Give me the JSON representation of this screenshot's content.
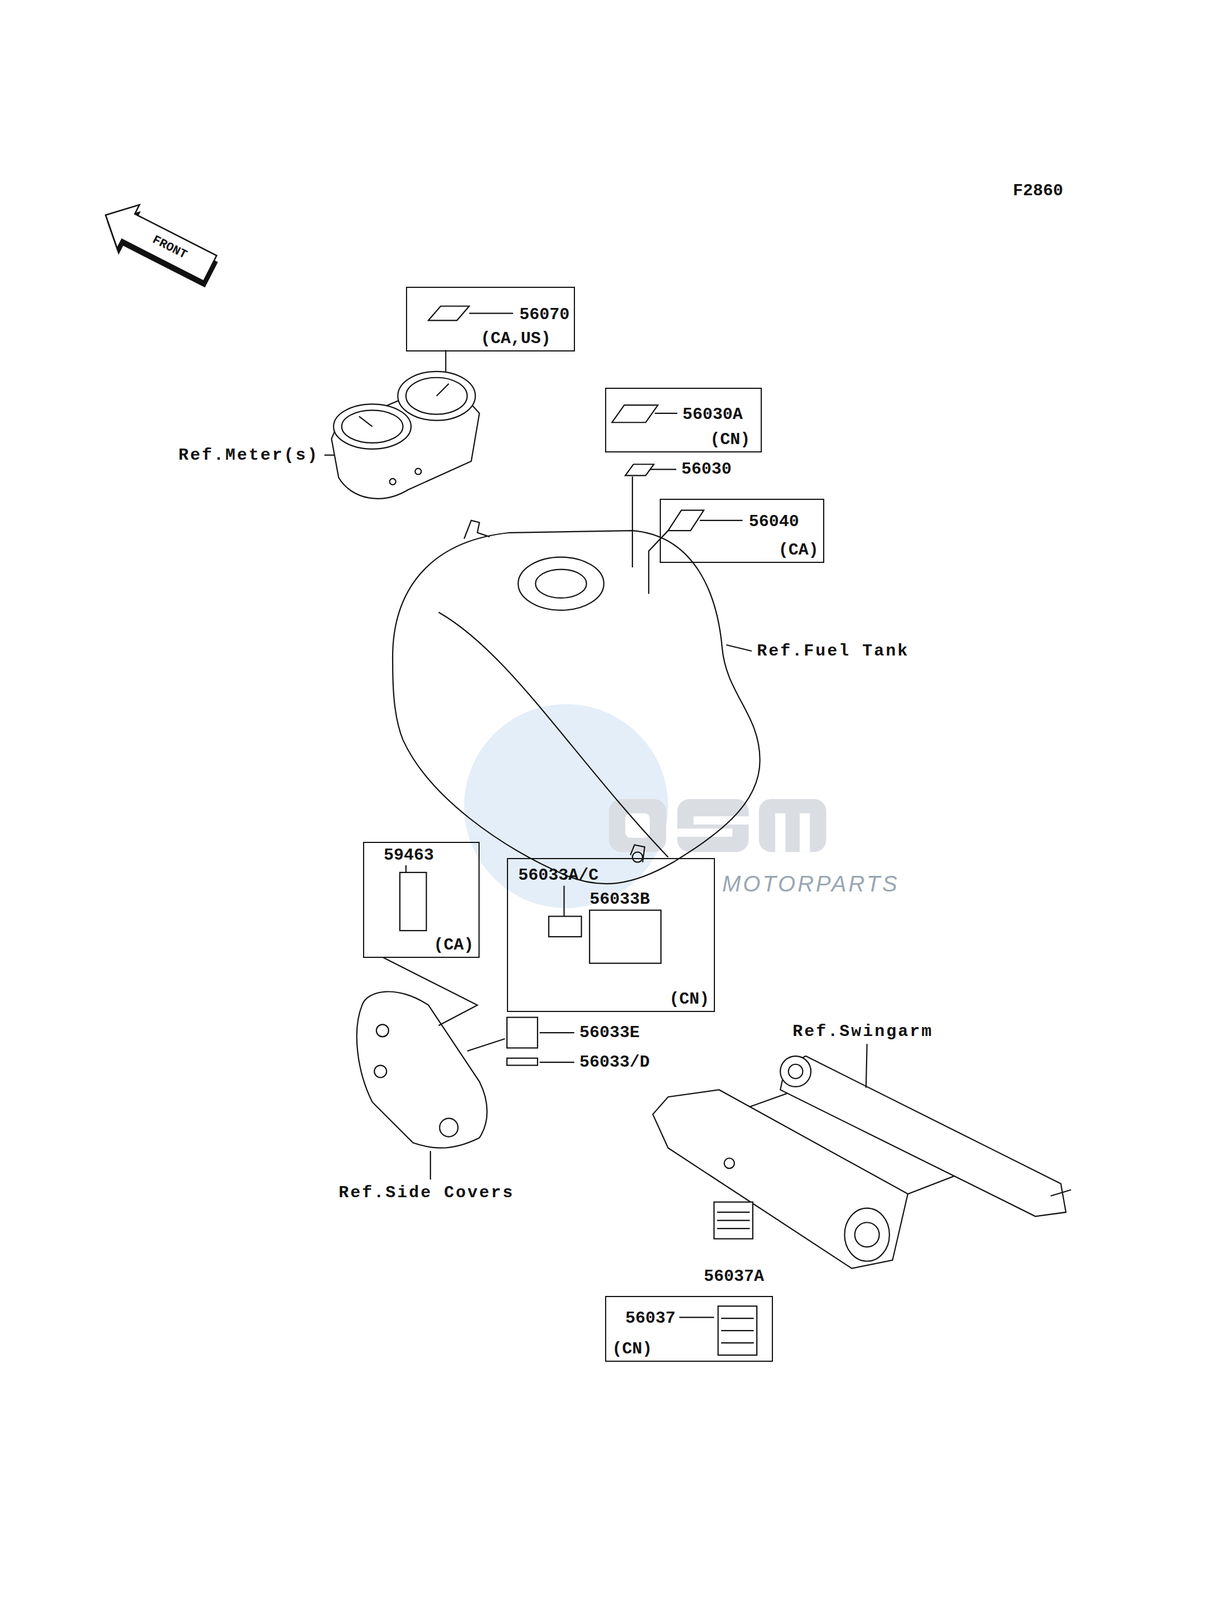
{
  "diagram": {
    "nodes": [
      {
        "text": [
          "56070",
          "(CA,US)"
        ]
      },
      {
        "text": [
          "56030A",
          "(CN)"
        ]
      },
      {
        "text": [
          "56040",
          "(CA)"
        ]
      },
      {
        "text": [
          "59463",
          "(CA)"
        ]
      },
      {
        "text": [
          "56033A/C",
          "56033B",
          "(CN)"
        ]
      },
      {
        "text": [
          "56037",
          "(CN)"
        ]
      }
    ],
    "labels": [
      "F2860",
      "FRONT",
      "Ref.Meter(s)",
      "56030",
      "Ref.Fuel Tank",
      "MOTORPARTS",
      "56033E",
      "56033/D",
      "Ref.Side Covers",
      "Ref.Swingarm",
      "56037A"
    ]
  }
}
